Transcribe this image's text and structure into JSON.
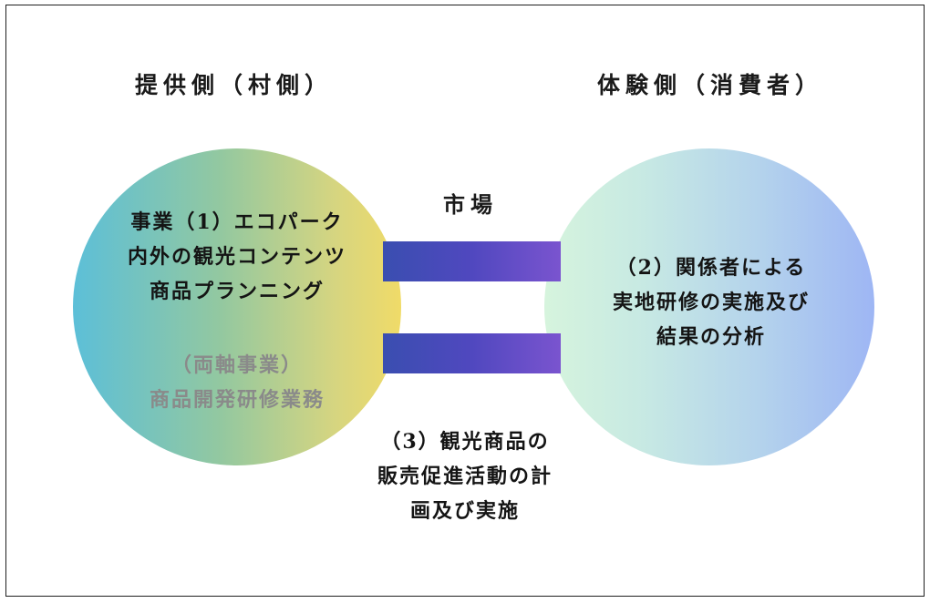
{
  "headings": {
    "left": "提供側（村側）",
    "right": "体験側（消費者）"
  },
  "market_label": "市場",
  "left_circle": {
    "main_lines": [
      "事業（1）エコパーク",
      "内外の観光コンテンツ",
      "商品プランニング"
    ],
    "sub_lines": [
      "（両軸事業）",
      "商品開発研修業務"
    ]
  },
  "right_circle": {
    "main_lines": [
      "（2）関係者による",
      "実地研修の実施及び",
      "結果の分析"
    ]
  },
  "bottom_text": {
    "lines": [
      "（3）観光商品の",
      "販売促進活動の計",
      "画及び実施"
    ]
  },
  "colors": {
    "left_circle_gradient": [
      "#5cbfd8",
      "#93c8a0",
      "#d6d580",
      "#f0db68"
    ],
    "right_circle_gradient": [
      "#d6f4dd",
      "#c7e9e3",
      "#b4d3ec",
      "#9eb6f4"
    ],
    "bar_gradient": [
      "#3a4eb0",
      "#5048bf",
      "#7a54cf"
    ],
    "sub_text": "#8a8a8a"
  }
}
